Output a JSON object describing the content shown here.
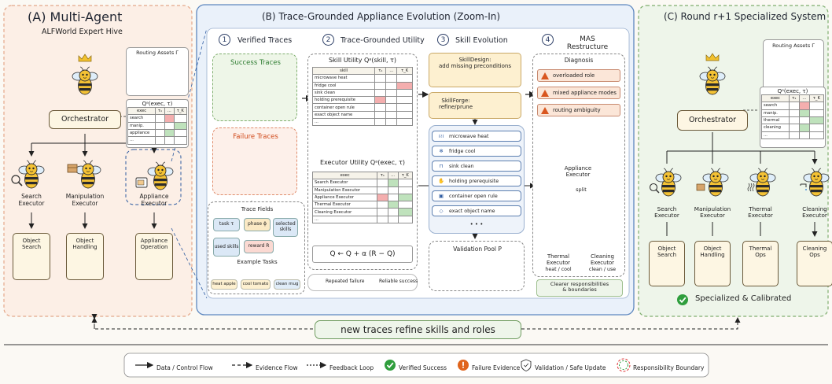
{
  "panelA": {
    "title": "(A) Multi-Agent",
    "subtitle": "ALFWorld Expert Hive",
    "orchestrator": "Orchestrator",
    "routing": "Routing Assets Γ",
    "qtitle": "Qᵃ(exec, τ)",
    "qhead": [
      "exec",
      "τ₁",
      "...",
      "τ_K"
    ],
    "qrows": [
      "search",
      "manip.",
      "appliance",
      "..."
    ],
    "execs": [
      {
        "name": "Search\nExecutor",
        "op": "Object\nSearch"
      },
      {
        "name": "Manipulation\nExecutor",
        "op": "Object\nHandling"
      },
      {
        "name": "Appliance\nExecutor",
        "op": "Appliance\nOperation"
      }
    ]
  },
  "panelB": {
    "title": "(B) Trace-Grounded Appliance Evolution (Zoom-In)",
    "col1": {
      "num": "1",
      "title": "Verified Traces",
      "success": "Success Traces",
      "failure": "Failure Traces",
      "fields_title": "Trace Fields",
      "fields": [
        "task τ",
        "phase ϕ",
        "selected skills",
        "used skills",
        "reward R"
      ],
      "tasks_title": "Example Tasks",
      "tasks": [
        "heat apple",
        "cool tomato",
        "clean mug"
      ]
    },
    "col2": {
      "num": "2",
      "title": "Trace-Grounded Utility",
      "skill_util": "Skill Utility Qᵃ(skill, τ)",
      "skill_head": [
        "skill",
        "τ₁",
        "...",
        "τ_K"
      ],
      "skills": [
        "microwave heat",
        "fridge cool",
        "sink clean",
        "holding prerequisite",
        "container open rule",
        "exact object name",
        "..."
      ],
      "exec_util": "Executor Utility Qᵃ(exec, τ)",
      "exec_head": [
        "exec",
        "τ₁",
        "...",
        "τ_K"
      ],
      "execs": [
        "Search Executor",
        "Manipulation Executor",
        "Appliance Executor",
        "Thermal Executor",
        "Cleaning Executor",
        "..."
      ],
      "formula": "Q ← Q + α (R − Q)",
      "leg_fail": "Repeated failure",
      "leg_ok": "Reliable success"
    },
    "col3": {
      "num": "3",
      "title": "Skill Evolution",
      "design": "SkillDesign:\nadd missing preconditions",
      "forge": "SkillForge:\nrefine/prune",
      "skills": [
        "microwave heat",
        "fridge cool",
        "sink clean",
        "holding prerequisite",
        "container open rule",
        "exact object name"
      ],
      "more": "• • •",
      "pool": "Validation Pool P"
    },
    "col4": {
      "num": "4",
      "title": "MAS\nRestructure",
      "diag": "Diagnosis",
      "issues": [
        "overloaded role",
        "mixed appliance modes",
        "routing ambiguity"
      ],
      "agent": "Appliance\nExecutor",
      "split": "split",
      "thermal": "Thermal\nExecutor",
      "thermal_sub": "heat / cool",
      "cleaning": "Cleaning\nExecutor",
      "cleaning_sub": "clean / use",
      "footer": "Clearer responsibilities\n& boundaries"
    }
  },
  "panelC": {
    "title": "(C) Round r+1 Specialized System",
    "orchestrator": "Orchestrator",
    "routing": "Routing Assets Γ",
    "qtitle": "Qᵃ(exec, τ)",
    "qhead": [
      "exec",
      "τ₁",
      "...",
      "τ_K"
    ],
    "qrows": [
      "search",
      "manip.",
      "thermal",
      "cleaning",
      "..."
    ],
    "execs": [
      {
        "name": "Search\nExecutor",
        "op": "Object\nSearch"
      },
      {
        "name": "Manipulation\nExecutor",
        "op": "Object\nHandling"
      },
      {
        "name": "Thermal\nExecutor",
        "op": "Thermal\nOps"
      },
      {
        "name": "Cleaning\nExecutor",
        "op": "Cleaning\nOps"
      }
    ],
    "status": "Specialized & Calibrated"
  },
  "feedback": "new traces refine skills and roles",
  "legend": [
    "Data / Control Flow",
    "Evidence Flow",
    "Feedback Loop",
    "Verified Success",
    "Failure Evidence",
    "Validation / Safe Update",
    "Responsibility Boundary"
  ],
  "colors": {
    "panelA": "#fcefe6",
    "panelB": "#eaf1fa",
    "panelC": "#eef5ea",
    "success": "#2f9e3d",
    "failure": "#e0641c",
    "accent": "#2c5aa0"
  }
}
